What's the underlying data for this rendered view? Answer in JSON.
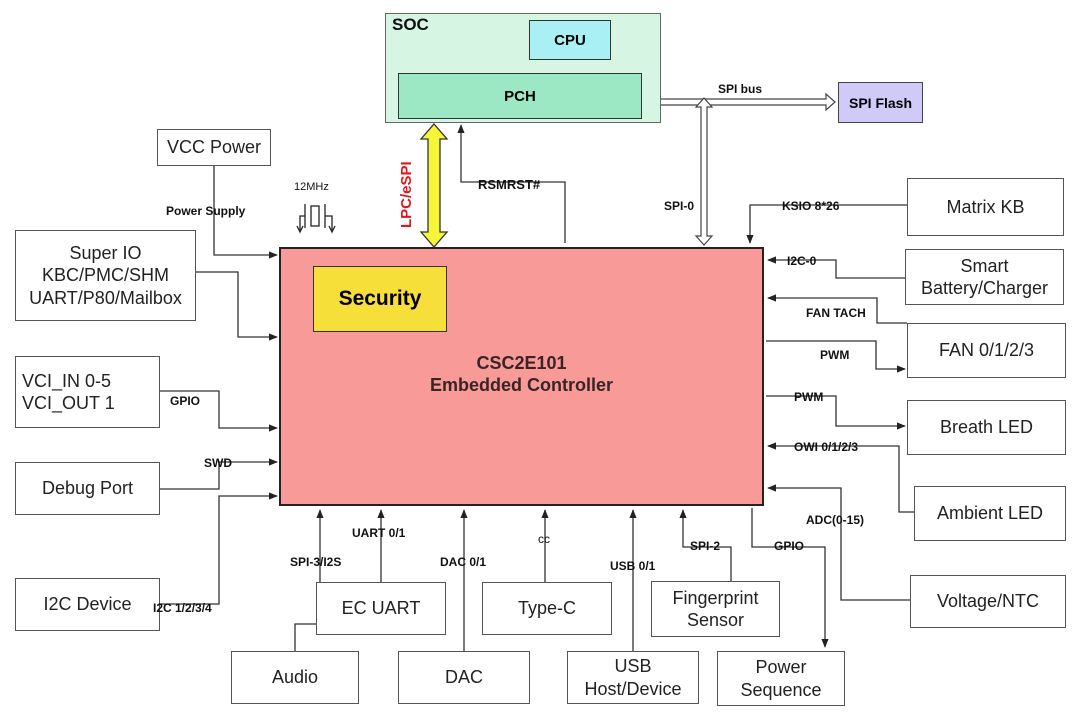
{
  "soc": {
    "title": "SOC",
    "cpu": "CPU",
    "pch": "PCH"
  },
  "spi_flash": "SPI Flash",
  "spi_bus": "SPI bus",
  "lpc_espi": "LPC/eSPI",
  "rsmrst": "RSMRST#",
  "spi0": "SPI-0",
  "vcc_power": "VCC Power",
  "power_supply": "Power Supply",
  "crystal": "12MHz",
  "super_io": [
    "Super IO",
    "KBC/PMC/SHM",
    "UART/P80/Mailbox"
  ],
  "security": "Security",
  "ec": {
    "line1": "CSC2E101",
    "line2": "Embedded Controller"
  },
  "vci": [
    "VCI_IN 0-5",
    "VCI_OUT 1"
  ],
  "gpio": "GPIO",
  "swd": "SWD",
  "debug_port": "Debug Port",
  "i2c_device": "I2C Device",
  "i2c_bus": "I2C 1/2/3/4",
  "matrix_kb": "Matrix KB",
  "ksio": "KSIO 8*26",
  "i2c0": "I2C-0",
  "battery": [
    "Smart",
    "Battery/Charger"
  ],
  "fan_tach": "FAN TACH",
  "pwm": "PWM",
  "fan": "FAN 0/1/2/3",
  "breath_led": "Breath LED",
  "owi": "OWI 0/1/2/3",
  "ambient_led": "Ambient LED",
  "adc": "ADC(0-15)",
  "voltage": "Voltage/NTC",
  "spi3": "SPI-3/I2S",
  "audio": "Audio",
  "uart": "UART 0/1",
  "ec_uart": "EC UART",
  "dac_bus": "DAC 0/1",
  "dac": "DAC",
  "cc": "cc",
  "typec": "Type-C",
  "usb_bus": "USB 0/1",
  "usb": [
    "USB",
    "Host/Device"
  ],
  "spi2": "SPI-2",
  "fingerprint": [
    "Fingerprint",
    "Sensor"
  ],
  "gpio2": "GPIO",
  "power_seq": [
    "Power",
    "Sequence"
  ],
  "colors": {
    "ec_fill": "#f79a98",
    "security_fill": "#f7df3a",
    "soc_fill": "#d6f5e3",
    "pch_fill": "#9de8c4",
    "cpu_fill": "#a9f0f5",
    "flash_fill": "#cfcaf7",
    "lpc_text": "#e1161d",
    "lpc_arrow": "#f5f53a"
  }
}
